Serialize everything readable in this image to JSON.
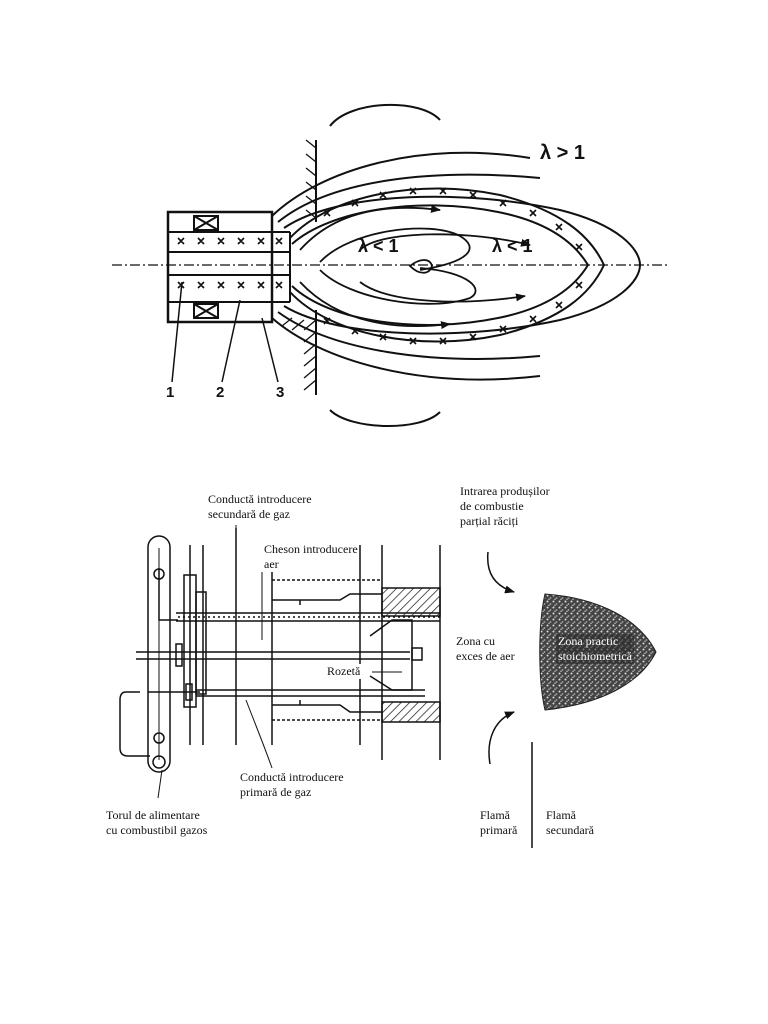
{
  "figure_top": {
    "lambda_outer": "λ > 1",
    "lambda_inner_left": "λ < 1",
    "lambda_inner_right": "λ < 1",
    "callouts": [
      "1",
      "2",
      "3"
    ]
  },
  "figure_bottom": {
    "labels": {
      "secondary_gas_pipe": "Conductă introducere\nsecundară de gaz",
      "air_box": "Cheson introducere\naer",
      "rosette": "Rozetă",
      "primary_gas_pipe": "Conductă introducere\nprimară de gaz",
      "supply_torus": "Torul de alimentare\ncu combustibil gazos",
      "flue_gas_inlet": "Intrarea produșilor\nde combustie\nparțial răciți",
      "excess_air_zone": "Zona cu\nexces de aer",
      "stoich_zone": "Zona practic\nstoichiometrică",
      "primary_flame": "Flamă\nprimară",
      "secondary_flame": "Flamă\nsecundară"
    }
  }
}
